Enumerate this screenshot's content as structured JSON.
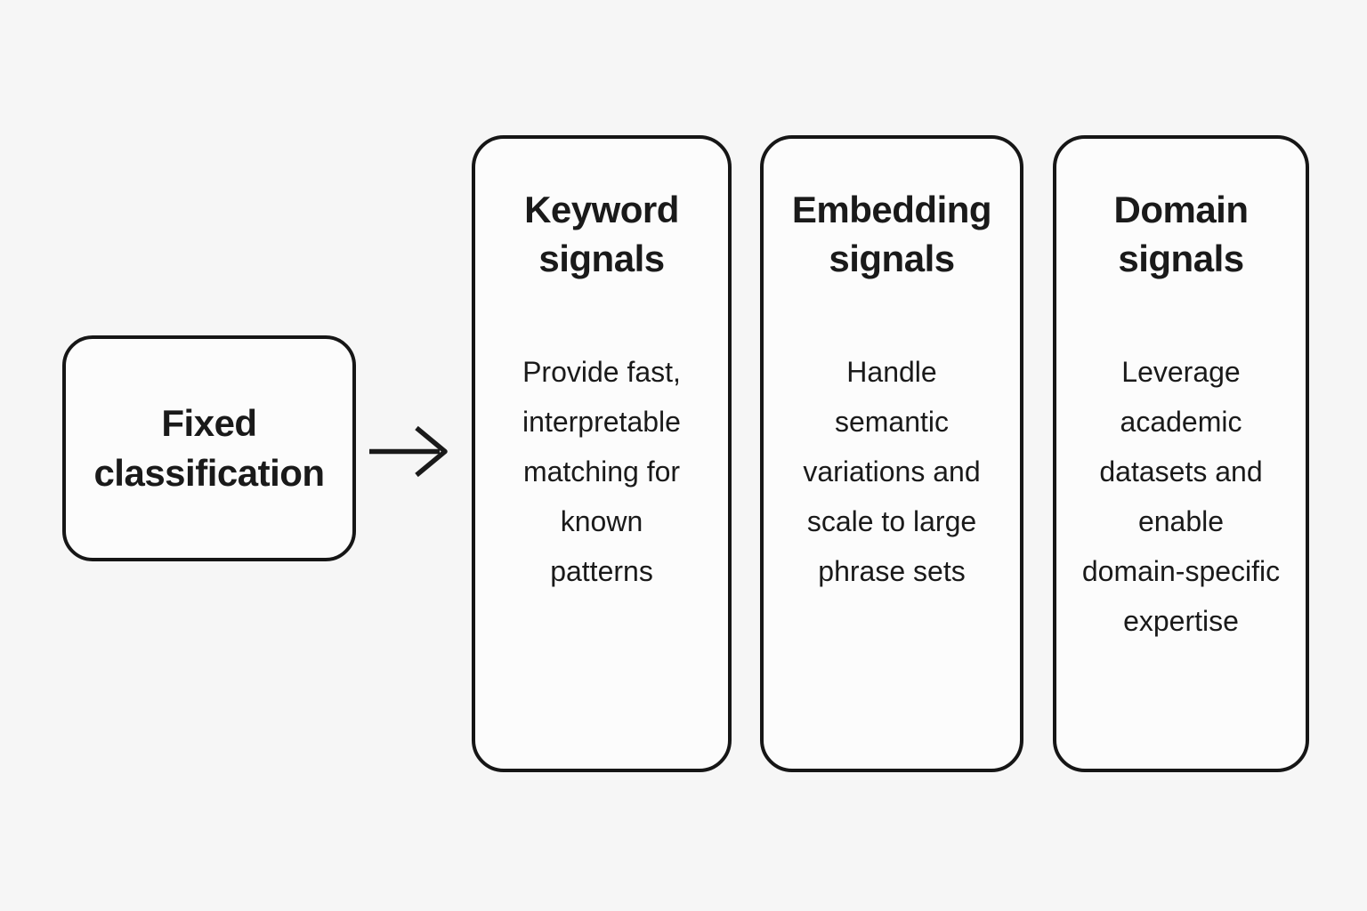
{
  "diagram": {
    "source": {
      "label": "Fixed\nclassification"
    },
    "arrow": {
      "direction": "right"
    },
    "columns": [
      {
        "title": "Keyword\nsignals",
        "description": "Provide fast,\ninterpretable\nmatching for\nknown\npatterns"
      },
      {
        "title": "Embedding\nsignals",
        "description": "Handle\nsemantic\nvariations and\nscale to large\nphrase sets"
      },
      {
        "title": "Domain\nsignals",
        "description": "Leverage\nacademic\ndatasets and\nenable\ndomain-specific\nexpertise"
      }
    ]
  },
  "colors": {
    "background": "#f6f6f6",
    "box_fill": "#fcfcfc",
    "border": "#161616",
    "text": "#1a1a1a"
  }
}
